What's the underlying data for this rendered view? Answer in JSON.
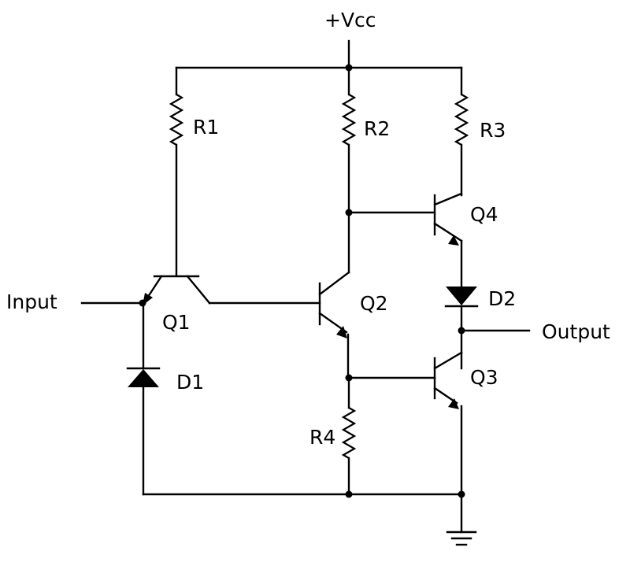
{
  "supply": {
    "label": "+Vcc"
  },
  "resistors": {
    "r1": "R1",
    "r2": "R2",
    "r3": "R3",
    "r4": "R4"
  },
  "transistors": {
    "q1": "Q1",
    "q2": "Q2",
    "q3": "Q3",
    "q4": "Q4"
  },
  "diodes": {
    "d1": "D1",
    "d2": "D2"
  },
  "ports": {
    "input": "Input",
    "output": "Output"
  }
}
